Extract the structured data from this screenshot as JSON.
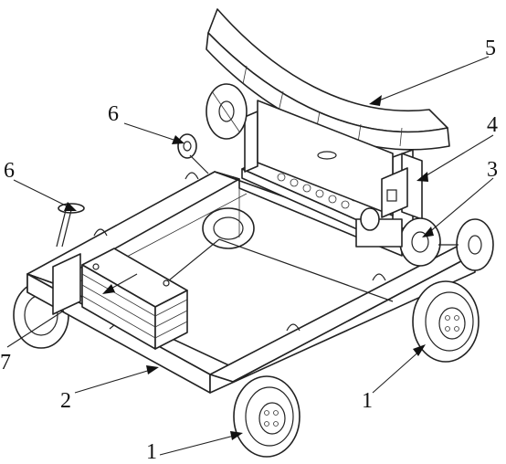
{
  "labels": {
    "label_1_front": "1",
    "label_1_right": "1",
    "label_2": "2",
    "label_3": "3",
    "label_4": "4",
    "label_5": "5",
    "label_6_left": "6",
    "label_6_top": "6",
    "label_7": "7"
  }
}
